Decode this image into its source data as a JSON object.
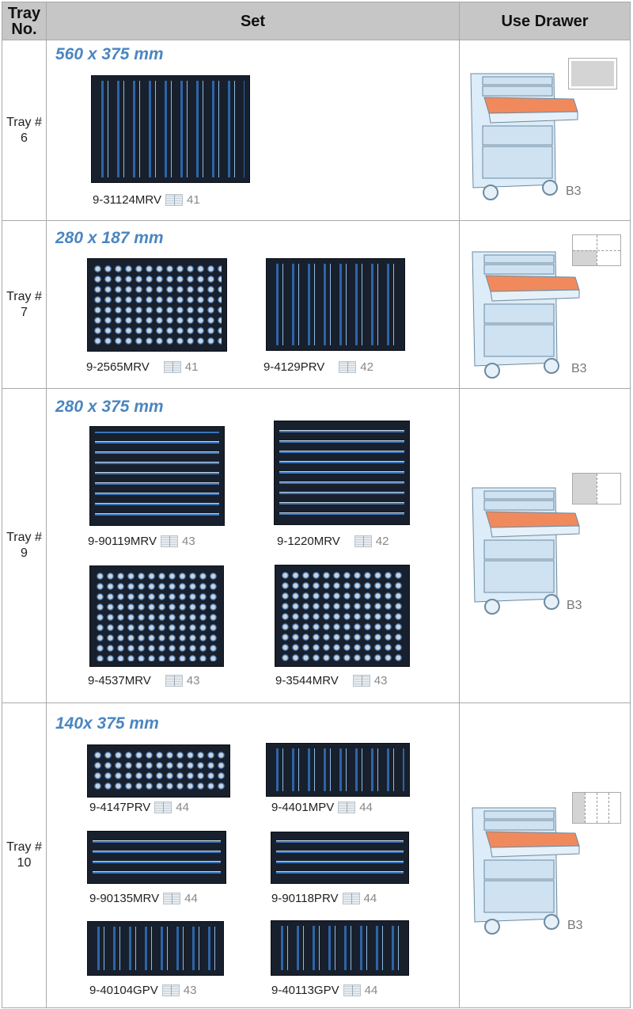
{
  "header": {
    "tray_no": "Tray No.",
    "set": "Set",
    "use_drawer": "Use Drawer"
  },
  "rows": [
    {
      "tray": "Tray # 6",
      "size": "560 x 375 mm",
      "drawer": "B3",
      "sets": [
        {
          "code": "9-31124MRV",
          "page": "41"
        }
      ]
    },
    {
      "tray": "Tray # 7",
      "size": "280 x 187 mm",
      "drawer": "B3",
      "sets": [
        {
          "code": "9-2565MRV",
          "page": "41"
        },
        {
          "code": "9-4129PRV",
          "page": "42"
        }
      ]
    },
    {
      "tray": "Tray # 9",
      "size": "280 x 375 mm",
      "drawer": "B3",
      "sets": [
        {
          "code": "9-90119MRV",
          "page": "43"
        },
        {
          "code": "9-1220MRV",
          "page": "42"
        },
        {
          "code": "9-4537MRV",
          "page": "43"
        },
        {
          "code": "9-3544MRV",
          "page": "43"
        }
      ]
    },
    {
      "tray": "Tray # 10",
      "size": "140x 375 mm",
      "drawer": "B3",
      "sets": [
        {
          "code": "9-4147PRV",
          "page": "44"
        },
        {
          "code": "9-4401MPV",
          "page": "44"
        },
        {
          "code": "9-90135MRV",
          "page": "44"
        },
        {
          "code": "9-90118PRV",
          "page": "44"
        },
        {
          "code": "9-40104GPV",
          "page": "43"
        },
        {
          "code": "9-40113GPV",
          "page": "44"
        }
      ]
    }
  ],
  "colors": {
    "header_bg": "#c6c6c6",
    "size_text": "#4a86c0",
    "drawer_tray": "#f08a5d",
    "cabinet": "#dcecf8"
  }
}
